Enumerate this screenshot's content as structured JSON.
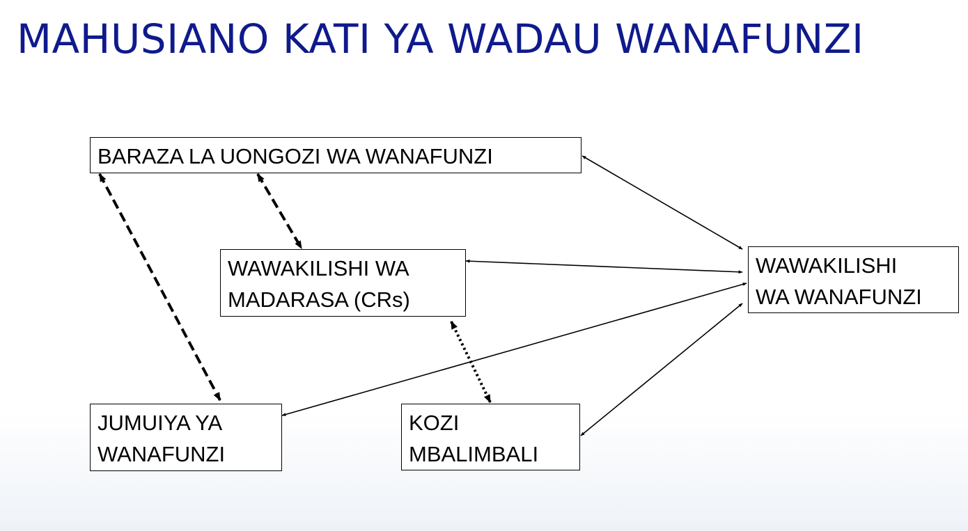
{
  "slide": {
    "title": "MAHUSIANO KATI YA WADAU WANAFUNZI"
  },
  "nodes": [
    {
      "id": "baraza",
      "lines": [
        "BARAZA LA UONGOZI WA WANAFUNZI"
      ]
    },
    {
      "id": "crs",
      "lines": [
        "WAWAKILISHI WA",
        "MADARASA (CRs)"
      ]
    },
    {
      "id": "wawakilishi",
      "lines": [
        "WAWAKILISHI",
        "WA WANAFUNZI"
      ]
    },
    {
      "id": "jumuiya",
      "lines": [
        "JUMUIYA YA",
        "WANAFUNZI"
      ]
    },
    {
      "id": "kozi",
      "lines": [
        "KOZI",
        "MBALIMBALI"
      ]
    }
  ],
  "edges": [
    {
      "from": "baraza",
      "to": "wawakilishi",
      "style": "solid",
      "direction": "both"
    },
    {
      "from": "crs",
      "to": "wawakilishi",
      "style": "solid",
      "direction": "both"
    },
    {
      "from": "wawakilishi",
      "to": "jumuiya",
      "style": "solid",
      "direction": "both"
    },
    {
      "from": "kozi",
      "to": "wawakilishi",
      "style": "solid",
      "direction": "both"
    },
    {
      "from": "baraza",
      "to": "jumuiya",
      "style": "dashed",
      "direction": "both"
    },
    {
      "from": "baraza",
      "to": "crs",
      "style": "dashed",
      "direction": "both"
    },
    {
      "from": "crs",
      "to": "kozi",
      "style": "dotted",
      "direction": "both"
    }
  ],
  "colors": {
    "title": "#0f1a8c",
    "line": "#000000",
    "box_border": "#000000"
  }
}
